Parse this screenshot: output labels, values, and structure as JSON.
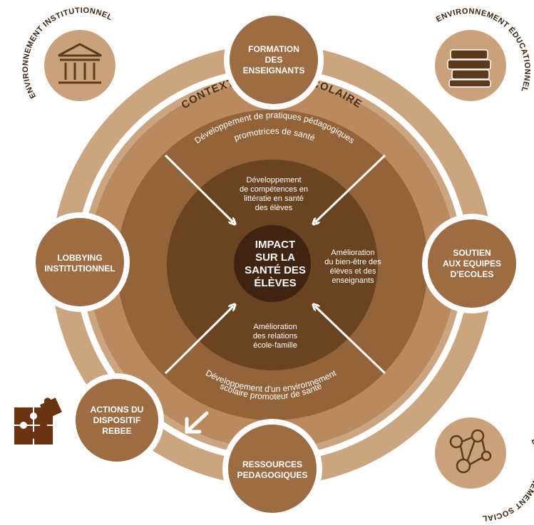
{
  "center": {
    "lines": [
      "IMPACT",
      "SUR LA",
      "SANTÉ DES",
      "ÉLÈVES"
    ]
  },
  "context_label": {
    "left": "CONTEXTE",
    "right": "SCOLAIRE"
  },
  "arc_texts": {
    "top_line1": "Développement de pratiques pédagogiques",
    "top_line2": "promotrices de santé",
    "bottom_line1": "Développement d'un environnement",
    "bottom_line2": "scolaire promoteur de santé"
  },
  "inner_texts": {
    "top": [
      "Développement",
      "de compétences en",
      "littératie en santé",
      "des élèves"
    ],
    "right": [
      "Amélioration",
      "du bien-être des",
      "élèves et des",
      "enseignants"
    ],
    "bottom": [
      "Amélioration",
      "des relations",
      "école-famille"
    ]
  },
  "nodes": {
    "formation": [
      "FORMATION",
      "DES",
      "ENSEIGNANTS"
    ],
    "soutien": [
      "SOUTIEN",
      "AUX EQUIPES",
      "D'ECOLES"
    ],
    "ressources": [
      "RESSOURCES",
      "PEDAGOGIQUES"
    ],
    "actions": [
      "ACTIONS DU",
      "DISPOSITIF",
      "REBEE"
    ],
    "lobbying": [
      "LOBBYING",
      "INSTITUTIONNEL"
    ]
  },
  "environments": {
    "institutionnel": "ENVIRONNEMENT INSTITUTIONNEL",
    "educationnel": "ENVIRONNEMENT ÉDUCATIONNEL",
    "social": "ENVIRONNEMENT SOCIAL"
  },
  "icons": {
    "institutionnel": "bank-building-icon",
    "educationnel": "stacked-books-icon",
    "social": "social-network-icon",
    "actions": "puzzle-icon"
  },
  "colors": {
    "outer_ring": "#caa57f",
    "context_ring": "#b98a5d",
    "middle_ring": "#93643a",
    "inner_disc": "#6a4321",
    "center": "#3f2412",
    "node": "#9d6c42",
    "env_disc": "#c9a27c",
    "icon": "#5e3a1c"
  }
}
